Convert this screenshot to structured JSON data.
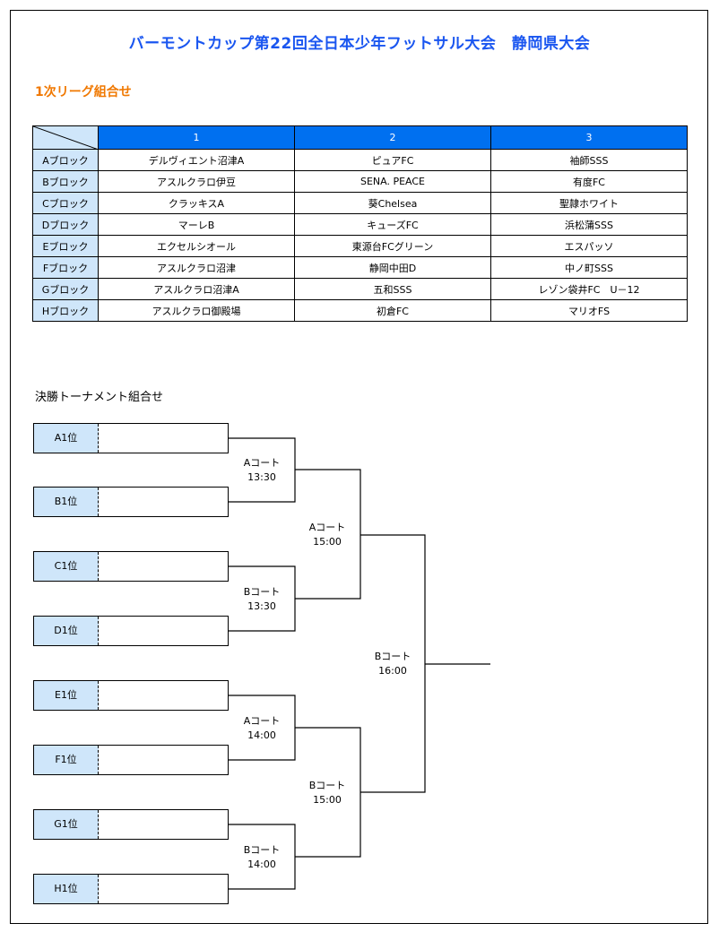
{
  "title": "バーモントカップ第22回全日本少年フットサル大会　静岡県大会",
  "league": {
    "heading": "1次リーグ組合せ",
    "columns": [
      "1",
      "2",
      "3"
    ],
    "rows": [
      {
        "block": "Aブロック",
        "teams": [
          "デルヴィエント沼津A",
          "ピュアFC",
          "袖師SSS"
        ]
      },
      {
        "block": "Bブロック",
        "teams": [
          "アスルクラロ伊豆",
          "SENA. PEACE",
          "有度FC"
        ]
      },
      {
        "block": "Cブロック",
        "teams": [
          "クラッキスA",
          "葵Chelsea",
          "聖隷ホワイト"
        ]
      },
      {
        "block": "Dブロック",
        "teams": [
          "マーレB",
          "キューズFC",
          "浜松蒲SSS"
        ]
      },
      {
        "block": "Eブロック",
        "teams": [
          "エクセルシオール",
          "東源台FCグリーン",
          "エスパッソ"
        ]
      },
      {
        "block": "Fブロック",
        "teams": [
          "アスルクラロ沼津",
          "静岡中田D",
          "中ノ町SSS"
        ]
      },
      {
        "block": "Gブロック",
        "teams": [
          "アスルクラロ沼津A",
          "五和SSS",
          "レゾン袋井FC　U－12"
        ]
      },
      {
        "block": "Hブロック",
        "teams": [
          "アスルクラロ御殿場",
          "初倉FC",
          "マリオFS"
        ]
      }
    ]
  },
  "tournament": {
    "heading": "決勝トーナメント組合せ",
    "slots": [
      "A1位",
      "B1位",
      "C1位",
      "D1位",
      "E1位",
      "F1位",
      "G1位",
      "H1位"
    ],
    "round1": [
      {
        "court": "Aコート",
        "time": "13:30"
      },
      {
        "court": "Bコート",
        "time": "13:30"
      },
      {
        "court": "Aコート",
        "time": "14:00"
      },
      {
        "court": "Bコート",
        "time": "14:00"
      }
    ],
    "semis": [
      {
        "court": "Aコート",
        "time": "15:00"
      },
      {
        "court": "Bコート",
        "time": "15:00"
      }
    ],
    "final": {
      "court": "Bコート",
      "time": "16:00"
    }
  }
}
